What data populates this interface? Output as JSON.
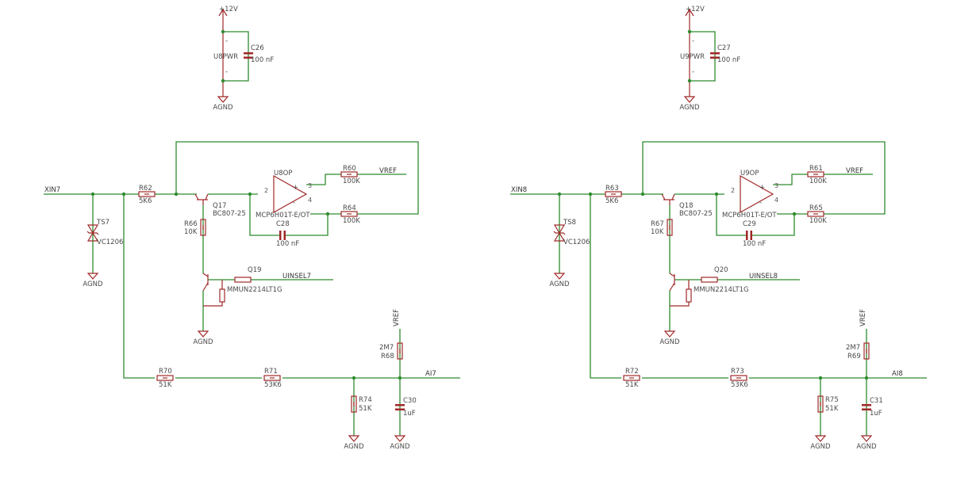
{
  "colors": {
    "wire": "#2e8b2e",
    "part": "#a02828",
    "text": "#555555",
    "background": "#ffffff"
  },
  "left": {
    "pwr": {
      "supply": "+12V",
      "cap_name": "C26",
      "cap_val": "100 nF",
      "ic": "U8PWR",
      "gnd": "AGND"
    },
    "opamp": {
      "name": "U8OP",
      "part": "MCP6H01T-E/OT",
      "pin_a": "3",
      "pin_b": "4",
      "pin_c": "2"
    },
    "r60": {
      "name": "R60",
      "val": "100K"
    },
    "r64": {
      "name": "R64",
      "val": "100K"
    },
    "c28": {
      "name": "C28",
      "val": "100 nF"
    },
    "r62": {
      "name": "R62",
      "val": "5K6"
    },
    "q17": {
      "name": "Q17",
      "part": "BC807-25"
    },
    "r66": {
      "name": "R66",
      "val": "10K"
    },
    "q19": {
      "name": "Q19",
      "part": "MMUN2214LT1G"
    },
    "ts7": {
      "name": "TS7",
      "part": "VC1206"
    },
    "r70": {
      "name": "R70",
      "val": "51K"
    },
    "r71": {
      "name": "R71",
      "val": "53K6"
    },
    "r74": {
      "name": "R74",
      "val": "51K"
    },
    "r68": {
      "name": "R68",
      "val": "2M7"
    },
    "c30": {
      "name": "C30",
      "val": "1uF"
    },
    "nets": {
      "xin": "XIN7",
      "vref_a": "VREF",
      "vref_b": "VREF",
      "uinsel": "UINSEL7",
      "ai": "AI7",
      "gnd1": "AGND",
      "gnd2": "AGND",
      "gnd3": "AGND",
      "gnd4": "AGND"
    }
  },
  "right": {
    "pwr": {
      "supply": "+12V",
      "cap_name": "C27",
      "cap_val": "100 nF",
      "ic": "U9PWR",
      "gnd": "AGND"
    },
    "opamp": {
      "name": "U9OP",
      "part": "MCP6H01T-E/OT",
      "pin_a": "3",
      "pin_b": "4",
      "pin_c": "2"
    },
    "r60": {
      "name": "R61",
      "val": "100K"
    },
    "r64": {
      "name": "R65",
      "val": "100K"
    },
    "c28": {
      "name": "C29",
      "val": "100 nF"
    },
    "r62": {
      "name": "R63",
      "val": "5K6"
    },
    "q17": {
      "name": "Q18",
      "part": "BC807-25"
    },
    "r66": {
      "name": "R67",
      "val": "10K"
    },
    "q19": {
      "name": "Q20",
      "part": "MMUN2214LT1G"
    },
    "ts7": {
      "name": "TS8",
      "part": "VC1206"
    },
    "r70": {
      "name": "R72",
      "val": "51K"
    },
    "r71": {
      "name": "R73",
      "val": "53K6"
    },
    "r74": {
      "name": "R75",
      "val": "51K"
    },
    "r68": {
      "name": "R69",
      "val": "2M7"
    },
    "c30": {
      "name": "C31",
      "val": "1uF"
    },
    "nets": {
      "xin": "XIN8",
      "vref_a": "VREF",
      "vref_b": "VREF",
      "uinsel": "UINSEL8",
      "ai": "AI8",
      "gnd1": "AGND",
      "gnd2": "AGND",
      "gnd3": "AGND",
      "gnd4": "AGND"
    }
  }
}
